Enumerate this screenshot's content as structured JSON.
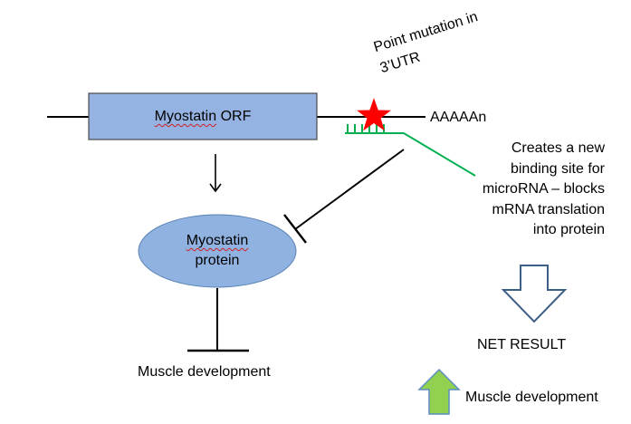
{
  "orf": {
    "prefix": "Myostatin",
    "suffix": " ORF"
  },
  "polyA": "AAAAAn",
  "mutation": {
    "line1": "Point mutation in",
    "line2": "3’UTR"
  },
  "mirna_note": [
    "Creates a new",
    "binding site for",
    "microRNA – blocks",
    "mRNA translation",
    "into protein"
  ],
  "protein": {
    "line1": "Myostatin",
    "line2": "protein"
  },
  "left_outcome": "Muscle development",
  "net_result": "NET RESULT",
  "right_outcome": "Muscle development",
  "colors": {
    "orf_fill": "#95b3e2",
    "protein_fill": "#8fb2e0",
    "star": "#ff0000",
    "mirna": "#00b050",
    "down_arrow_stroke": "#3d5f86",
    "up_arrow_fill": "#92d050",
    "up_arrow_stroke": "#5b8ec4"
  },
  "icons": [
    "mutation-star-icon",
    "net-down-arrow-icon",
    "green-up-arrow-icon"
  ]
}
